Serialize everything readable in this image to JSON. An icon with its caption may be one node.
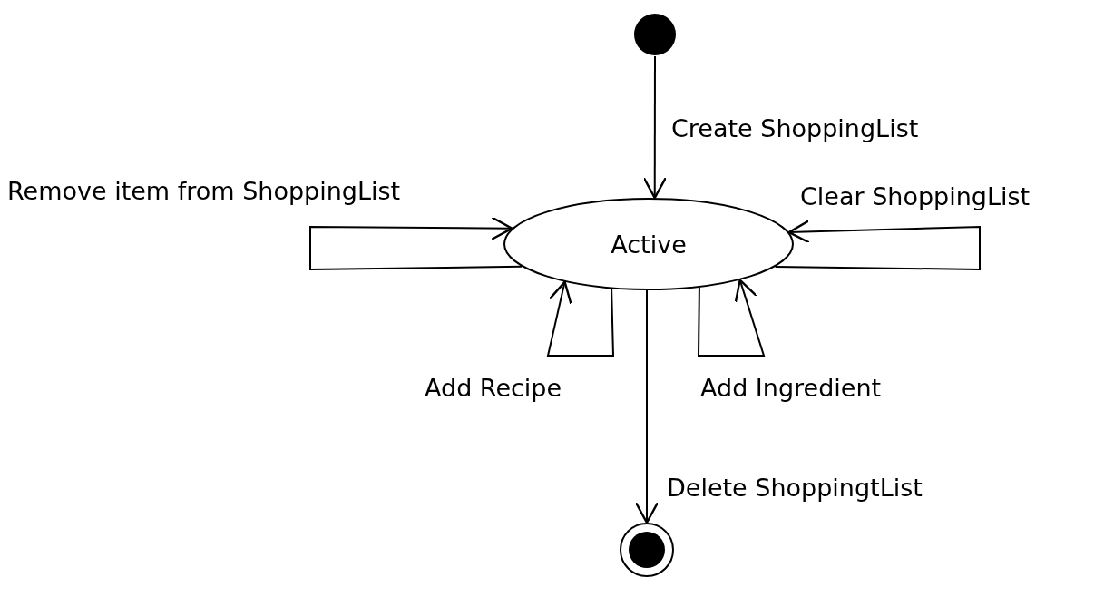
{
  "diagram": {
    "nodes": [
      {
        "text": [],
        "shape": "circle"
      },
      {
        "text": [
          "Active"
        ]
      },
      {
        "text": [],
        "shape": "bullseye"
      }
    ],
    "edges": [
      {
        "from": 0,
        "to": 1,
        "arrow": "to",
        "label": "Create ShoppingList"
      },
      {
        "from": 1,
        "to": 1,
        "arrow": "to",
        "label": "Remove item from ShoppingList"
      },
      {
        "from": 1,
        "to": 1,
        "arrow": "to",
        "label": "Clear ShoppingList"
      },
      {
        "from": 1,
        "to": 1,
        "arrow": "to",
        "label": "Add Recipe"
      },
      {
        "from": 1,
        "to": 1,
        "arrow": "to",
        "label": "Add Ingredient"
      },
      {
        "from": 1,
        "to": 2,
        "arrow": "to",
        "label": "Delete ShoppingtList"
      }
    ]
  }
}
